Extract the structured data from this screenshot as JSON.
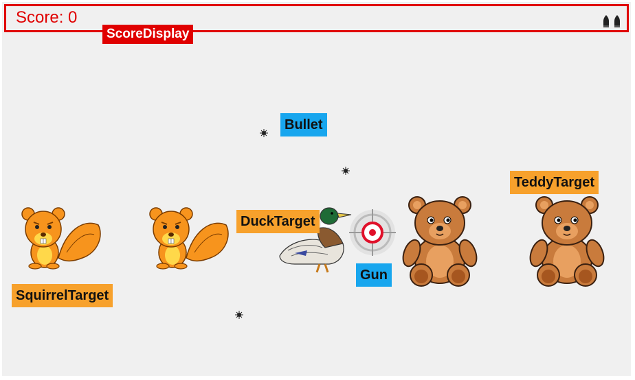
{
  "score": {
    "label": "Score: 0"
  },
  "ammo": {
    "count": 2,
    "icon": "bullet-icon"
  },
  "labels": {
    "score_display": "ScoreDisplay",
    "bullet": "Bullet",
    "duck_target": "DuckTarget",
    "gun": "Gun",
    "squirrel_target": "SquirrelTarget",
    "teddy_target": "TeddyTarget"
  },
  "colors": {
    "score": "#e00000",
    "target_tag": "#f7a12c",
    "player_tag": "#18a6ee",
    "background": "#f0f0f0"
  }
}
